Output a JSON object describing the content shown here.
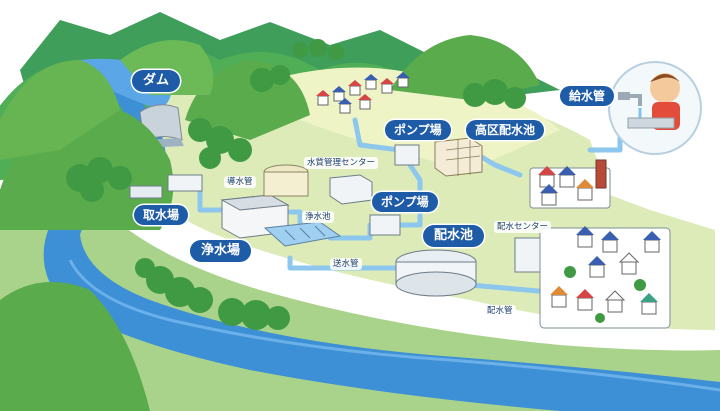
{
  "labels": {
    "dam": "ダム",
    "kyusuikan": "給水管",
    "pump_top": "ポンプ場",
    "koku_haisuichi": "高区配水池",
    "suishitsu_center": "水質管理センター",
    "dosuikan": "導水管",
    "shusuijo": "取水場",
    "josuichi": "浄水池",
    "pump_mid": "ポンプ場",
    "haisui_center": "配水センター",
    "josuijo": "浄水場",
    "haisuichi": "配水池",
    "sosuikan": "送水管",
    "haisuikan": "配水管"
  },
  "colors": {
    "label_bg": "#1f5ca8",
    "water": "#3d8fd6",
    "pipe": "#8ec7ee",
    "meadow": "#dcebb8",
    "hill": "#5aab4c",
    "tree": "#3f9a43"
  }
}
